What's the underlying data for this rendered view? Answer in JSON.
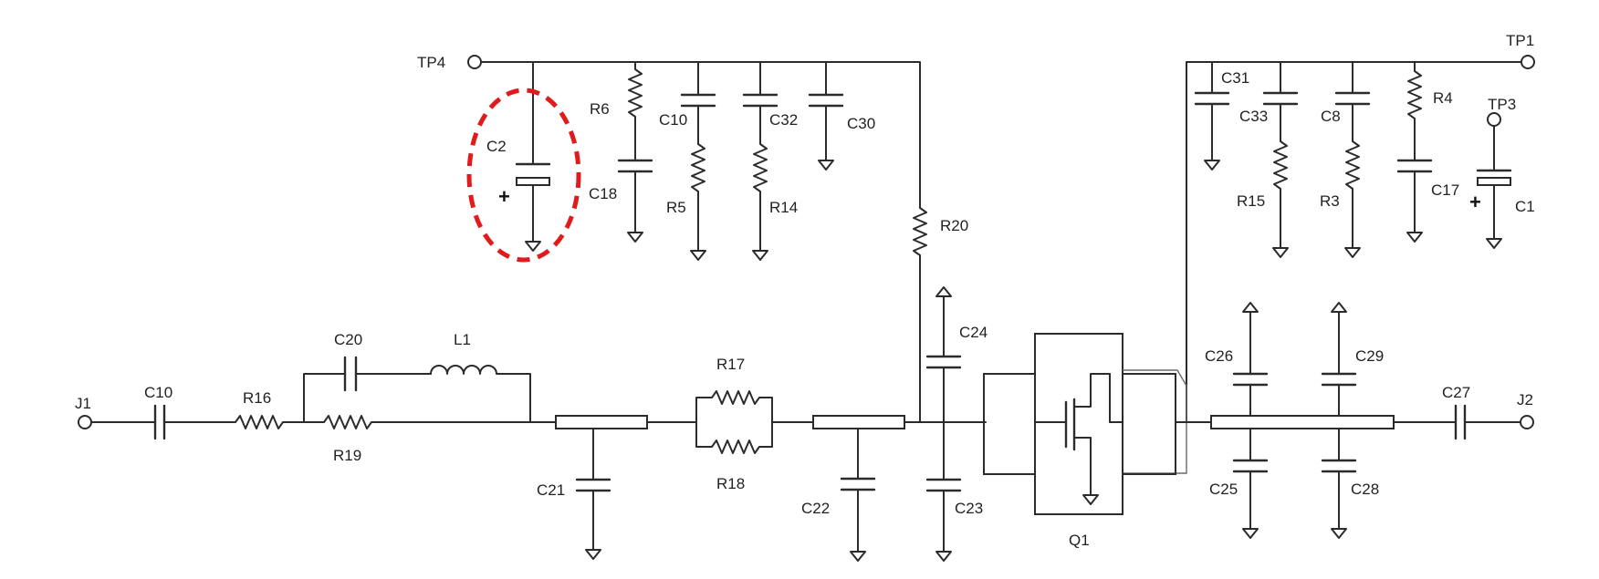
{
  "labels": {
    "tp4": "TP4",
    "tp1": "TP1",
    "tp3": "TP3",
    "j1": "J1",
    "j2": "J2",
    "c1": "C1",
    "c2": "C2",
    "c8": "C8",
    "c10a": "C10",
    "c10b": "C10",
    "c17": "C17",
    "c18": "C18",
    "c20": "C20",
    "c21": "C21",
    "c22": "C22",
    "c23": "C23",
    "c24": "C24",
    "c25": "C25",
    "c26": "C26",
    "c27": "C27",
    "c28": "C28",
    "c29": "C29",
    "c30": "C30",
    "c31": "C31",
    "c32": "C32",
    "c33": "C33",
    "r3": "R3",
    "r4": "R4",
    "r5": "R5",
    "r6": "R6",
    "r14": "R14",
    "r15": "R15",
    "r16": "R16",
    "r17": "R17",
    "r18": "R18",
    "r19": "R19",
    "r20": "R20",
    "l1": "L1",
    "q1": "Q1"
  },
  "polarity_mark": "+",
  "colors": {
    "wire": "#2b2b2b",
    "highlight": "#e11b1b",
    "background": "#ffffff"
  }
}
